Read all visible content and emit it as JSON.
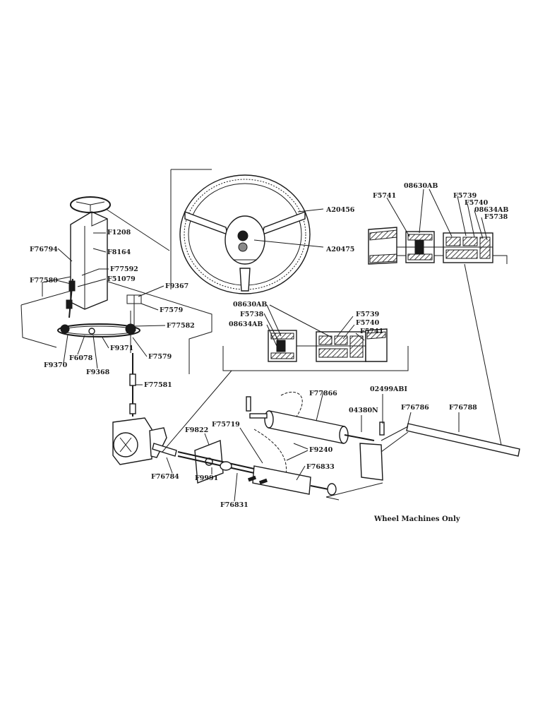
{
  "caption": "Wheel Machines Only",
  "labels": [
    {
      "id": "f1208",
      "text": "F1208"
    },
    {
      "id": "f76794",
      "text": "F76794"
    },
    {
      "id": "f8164",
      "text": "F8164"
    },
    {
      "id": "f77592",
      "text": "F77592"
    },
    {
      "id": "f77580",
      "text": "F77580"
    },
    {
      "id": "f51079",
      "text": "F51079"
    },
    {
      "id": "f9367",
      "text": "F9367"
    },
    {
      "id": "f7579a",
      "text": "F7579"
    },
    {
      "id": "f77582",
      "text": "F77582"
    },
    {
      "id": "f9371",
      "text": "F9371"
    },
    {
      "id": "f7579b",
      "text": "F7579"
    },
    {
      "id": "f9370",
      "text": "F9370"
    },
    {
      "id": "f6078",
      "text": "F6078"
    },
    {
      "id": "f9368",
      "text": "F9368"
    },
    {
      "id": "f77581",
      "text": "F77581"
    },
    {
      "id": "a20456",
      "text": "A20456"
    },
    {
      "id": "a20475",
      "text": "A20475"
    },
    {
      "id": "rs_08630ab",
      "text": "08630AB"
    },
    {
      "id": "rs_f5741",
      "text": "F5741"
    },
    {
      "id": "rs_f5739",
      "text": "F5739"
    },
    {
      "id": "rs_f5740",
      "text": "F5740"
    },
    {
      "id": "rs_08634ab",
      "text": "08634AB"
    },
    {
      "id": "rs_f5738",
      "text": "F5738"
    },
    {
      "id": "ls_08630ab",
      "text": "08630AB"
    },
    {
      "id": "ls_f5738",
      "text": "F5738"
    },
    {
      "id": "ls_08634ab",
      "text": "08634AB"
    },
    {
      "id": "ls_f5739",
      "text": "F5739"
    },
    {
      "id": "ls_f5740",
      "text": "F5740"
    },
    {
      "id": "ls_f5741",
      "text": "F5741"
    },
    {
      "id": "f77866",
      "text": "F77866"
    },
    {
      "id": "p02499abi",
      "text": "02499ABI"
    },
    {
      "id": "p04380n",
      "text": "04380N"
    },
    {
      "id": "f76786",
      "text": "F76786"
    },
    {
      "id": "f76788",
      "text": "F76788"
    },
    {
      "id": "f75719",
      "text": "F75719"
    },
    {
      "id": "f9822",
      "text": "F9822"
    },
    {
      "id": "f9240",
      "text": "F9240"
    },
    {
      "id": "f76833",
      "text": "F76833"
    },
    {
      "id": "f76784",
      "text": "F76784"
    },
    {
      "id": "f9991",
      "text": "F9991"
    },
    {
      "id": "f76831",
      "text": "F76831"
    }
  ]
}
